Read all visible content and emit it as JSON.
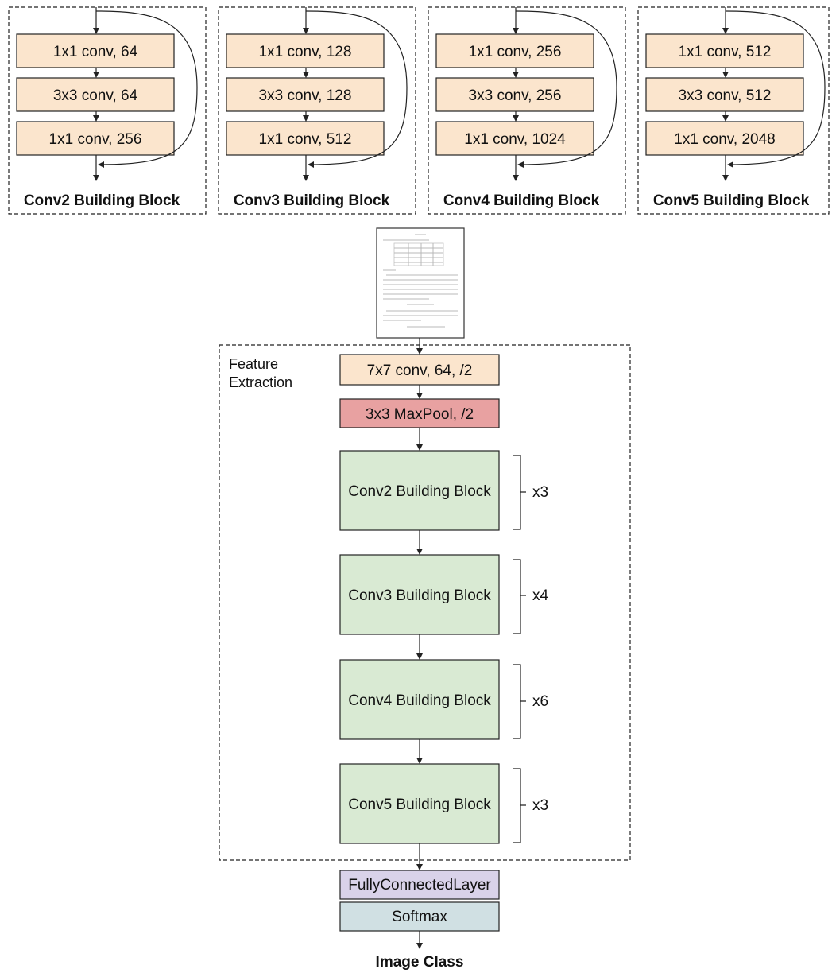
{
  "colors": {
    "conv_box": "#fbe5cd",
    "maxpool_box": "#e8a1a1",
    "block_box": "#d9ead3",
    "fc_box": "#d9d2e9",
    "softmax_box": "#d0e0e3",
    "stroke": "#222222"
  },
  "building_blocks": [
    {
      "layers": [
        "1x1 conv, 64",
        "3x3 conv, 64",
        "1x1 conv, 256"
      ],
      "caption": "Conv2 Building Block"
    },
    {
      "layers": [
        "1x1 conv, 128",
        "3x3 conv, 128",
        "1x1 conv, 512"
      ],
      "caption": "Conv3 Building Block"
    },
    {
      "layers": [
        "1x1 conv, 256",
        "3x3 conv, 256",
        "1x1 conv, 1024"
      ],
      "caption": "Conv4 Building Block"
    },
    {
      "layers": [
        "1x1 conv, 512",
        "3x3 conv, 512",
        "1x1 conv, 2048"
      ],
      "caption": "Conv5 Building Block"
    }
  ],
  "input_document_icon": "document-page-icon",
  "feature_extraction": {
    "label_line1": "Feature",
    "label_line2": "Extraction",
    "stem_conv": "7x7 conv, 64, /2",
    "maxpool": "3x3 MaxPool, /2",
    "stages": [
      {
        "name": "Conv2 Building Block",
        "repeat": "x3"
      },
      {
        "name": "Conv3 Building Block",
        "repeat": "x4"
      },
      {
        "name": "Conv4 Building Block",
        "repeat": "x6"
      },
      {
        "name": "Conv5 Building Block",
        "repeat": "x3"
      }
    ]
  },
  "fully_connected": "FullyConnectedLayer",
  "softmax": "Softmax",
  "output_label": "Image Class"
}
